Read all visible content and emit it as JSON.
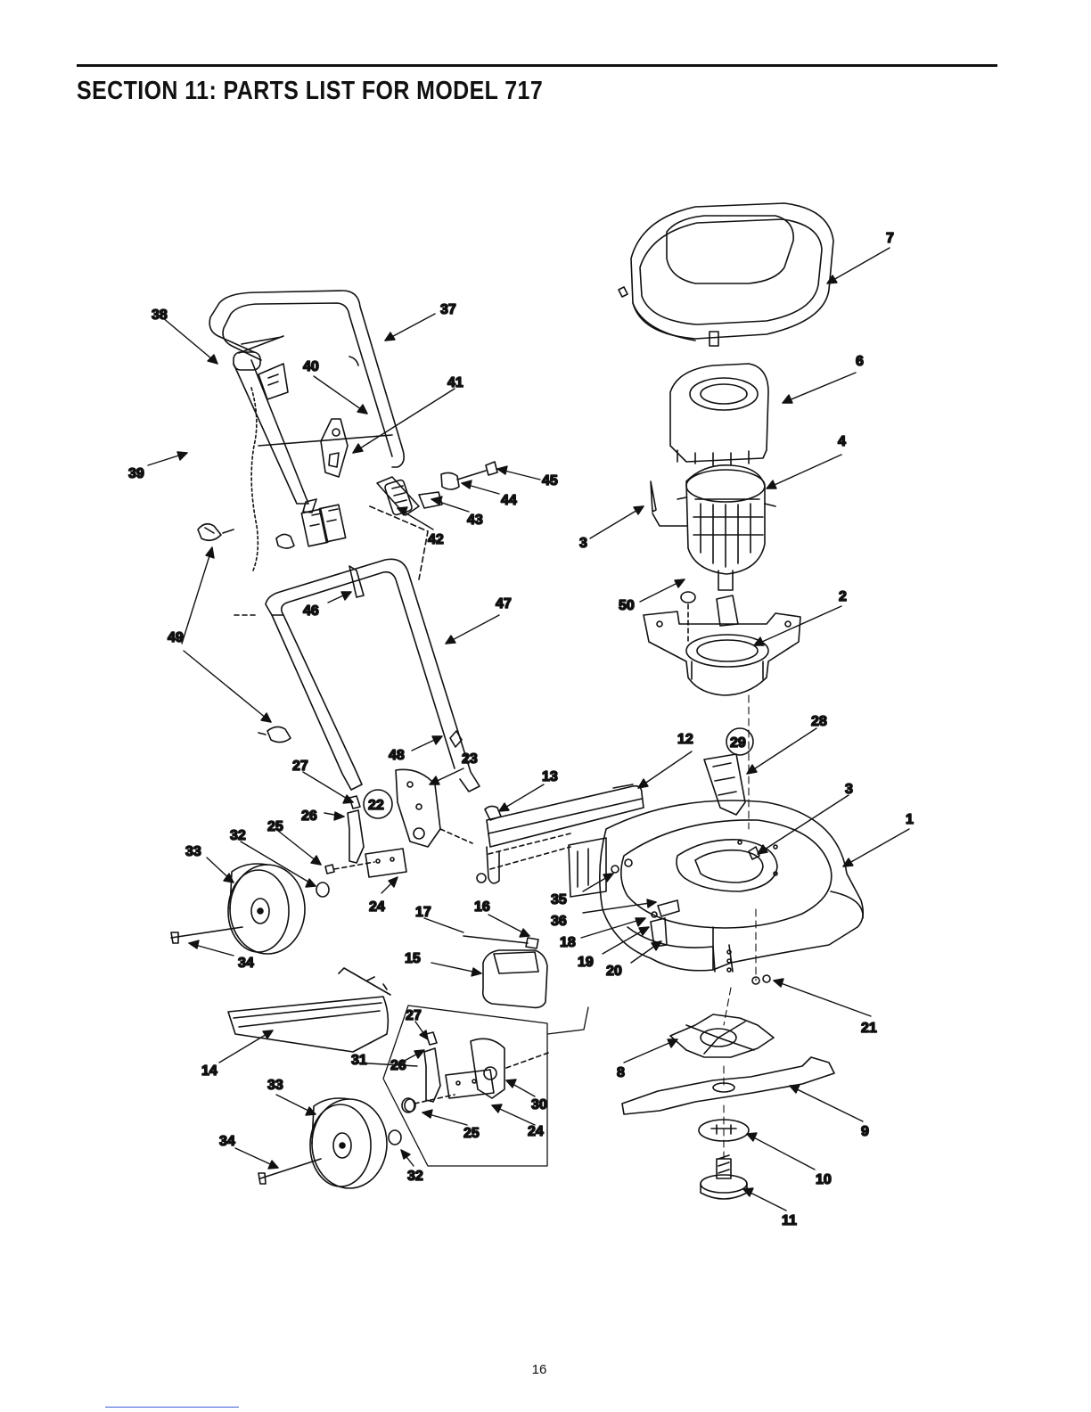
{
  "header": {
    "title": "SECTION 11:  PARTS LIST FOR MODEL 717"
  },
  "diagram": {
    "callouts": [
      "1",
      "2",
      "3",
      "3",
      "4",
      "6",
      "7",
      "8",
      "9",
      "10",
      "11",
      "12",
      "13",
      "14",
      "15",
      "16",
      "17",
      "18",
      "19",
      "20",
      "21",
      "22",
      "23",
      "24",
      "24",
      "25",
      "25",
      "26",
      "26",
      "27",
      "27",
      "28",
      "29",
      "30",
      "31",
      "32",
      "32",
      "33",
      "33",
      "34",
      "34",
      "35",
      "36",
      "37",
      "38",
      "39",
      "40",
      "41",
      "42",
      "43",
      "44",
      "45",
      "46",
      "47",
      "48",
      "49",
      "50"
    ]
  },
  "footer": {
    "page_number": "16"
  }
}
